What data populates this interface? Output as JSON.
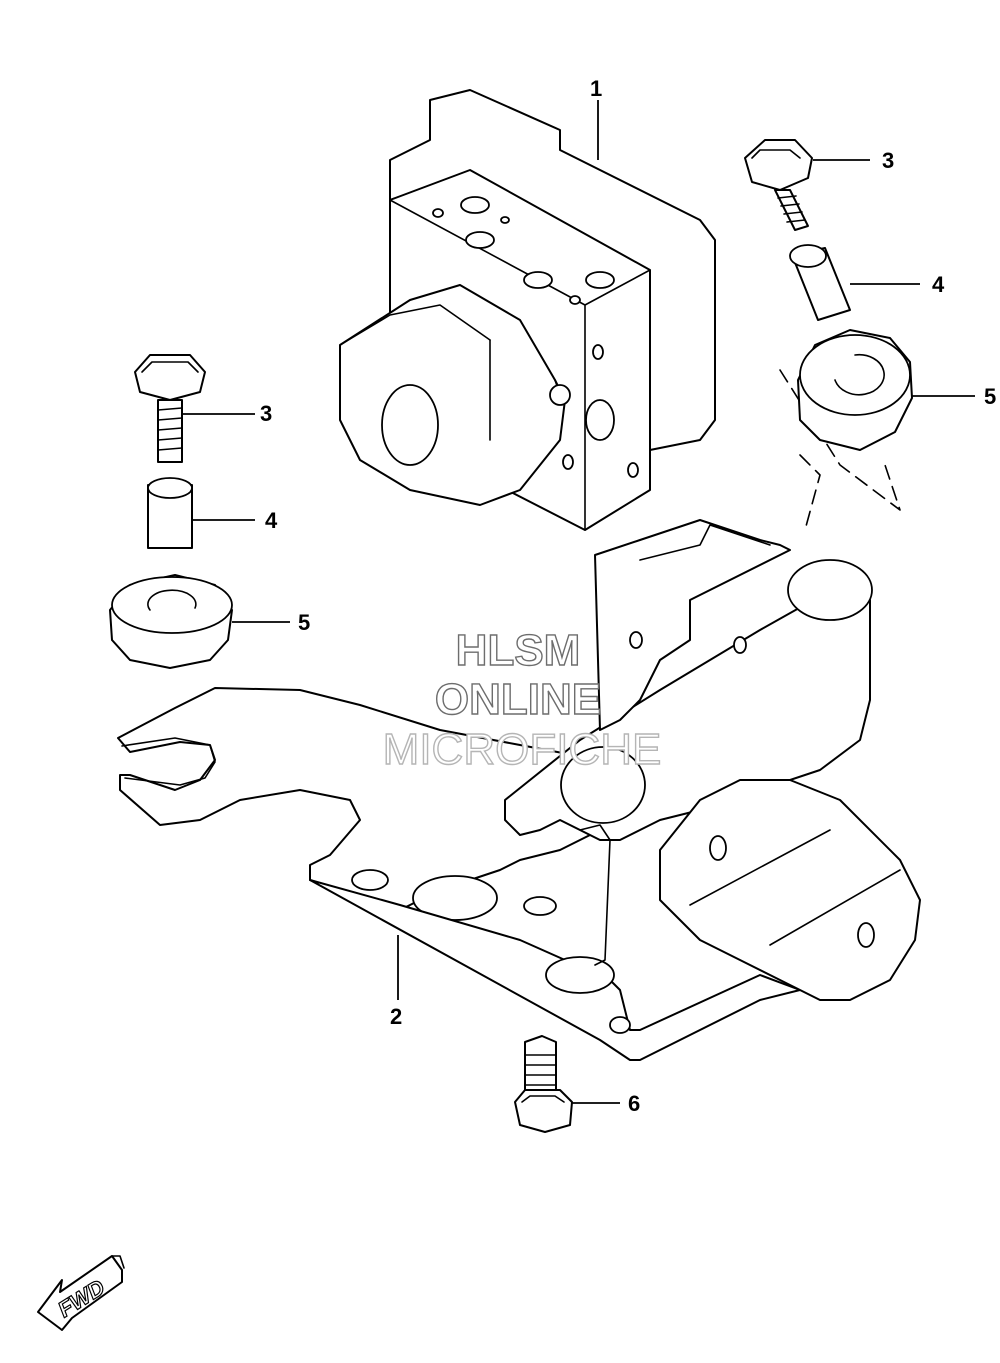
{
  "callouts": [
    {
      "id": "abs-unit",
      "label": "1"
    },
    {
      "id": "bracket",
      "label": "2"
    },
    {
      "id": "bolt-upper-right",
      "label": "3"
    },
    {
      "id": "bolt-left",
      "label": "3"
    },
    {
      "id": "collar-upper-right",
      "label": "4"
    },
    {
      "id": "collar-left",
      "label": "4"
    },
    {
      "id": "grommet-upper-right",
      "label": "5"
    },
    {
      "id": "grommet-left",
      "label": "5"
    },
    {
      "id": "bolt-bottom",
      "label": "6"
    }
  ],
  "watermark": {
    "line1": "HLSM",
    "line2": "ONLINE",
    "line3": "MICROFICHE"
  },
  "direction_indicator": {
    "label": "FWD",
    "icon": "fwd-arrow-icon"
  },
  "colors": {
    "line": "#000000",
    "background": "#ffffff",
    "watermark": "#6d6d6d"
  }
}
